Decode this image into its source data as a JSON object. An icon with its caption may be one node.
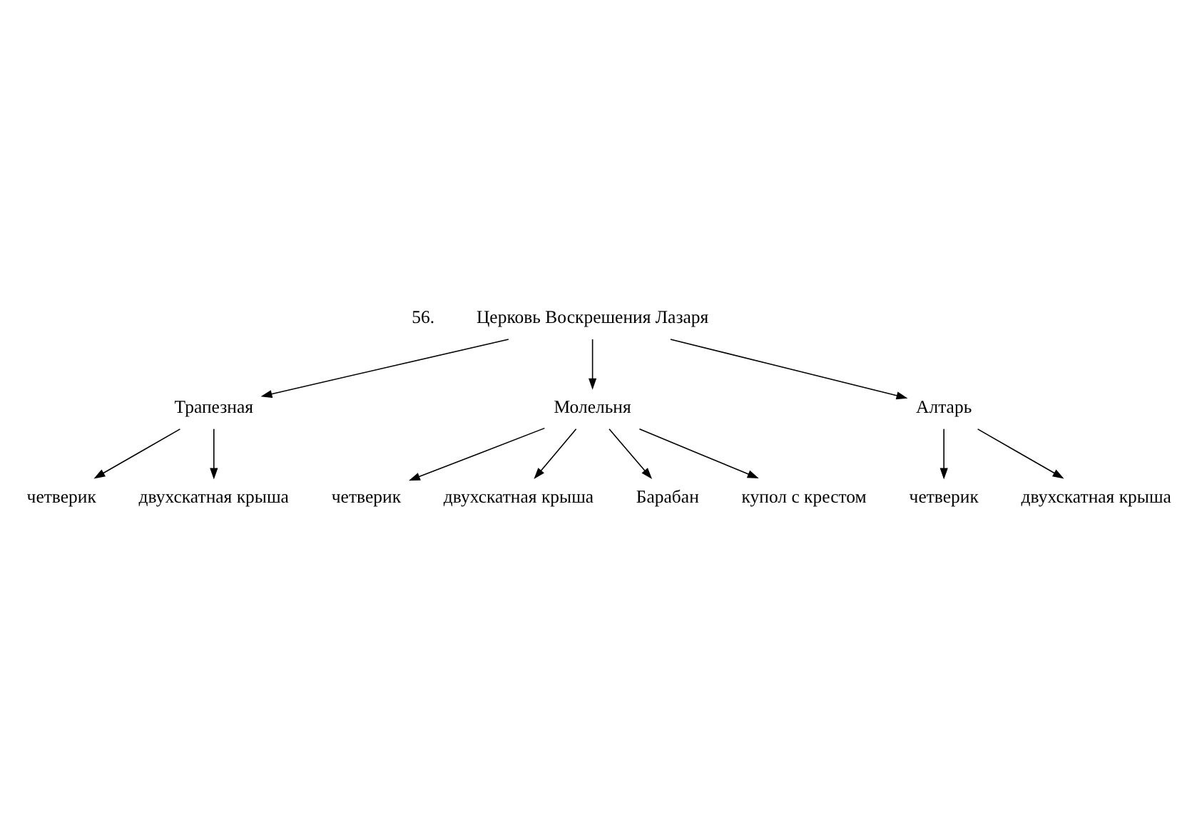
{
  "diagram": {
    "nodes": [
      {
        "text": [
          "Церковь Воскрешения Лазаря"
        ]
      },
      {
        "text": [
          "Трапезная"
        ]
      },
      {
        "text": [
          "Молельня"
        ]
      },
      {
        "text": [
          "Алтарь"
        ]
      },
      {
        "text": [
          "четверик"
        ]
      },
      {
        "text": [
          "двухскатная крыша"
        ]
      },
      {
        "text": [
          "четверик"
        ]
      },
      {
        "text": [
          "двухскатная крыша"
        ]
      },
      {
        "text": [
          "Барабан"
        ]
      },
      {
        "text": [
          "купол с крестом"
        ]
      },
      {
        "text": [
          "четверик"
        ]
      },
      {
        "text": [
          "двухскатная крыша"
        ]
      }
    ],
    "edges": [
      {
        "from": 0,
        "to": 1,
        "arrow": "to"
      },
      {
        "from": 0,
        "to": 2,
        "arrow": "to"
      },
      {
        "from": 0,
        "to": 3,
        "arrow": "to"
      },
      {
        "from": 1,
        "to": 4,
        "arrow": "to"
      },
      {
        "from": 1,
        "to": 5,
        "arrow": "to"
      },
      {
        "from": 2,
        "to": 6,
        "arrow": "to"
      },
      {
        "from": 2,
        "to": 7,
        "arrow": "to"
      },
      {
        "from": 2,
        "to": 8,
        "arrow": "to"
      },
      {
        "from": 2,
        "to": 9,
        "arrow": "to"
      },
      {
        "from": 3,
        "to": 10,
        "arrow": "to"
      },
      {
        "from": 3,
        "to": 11,
        "arrow": "to"
      }
    ],
    "labels": [
      "56."
    ]
  }
}
